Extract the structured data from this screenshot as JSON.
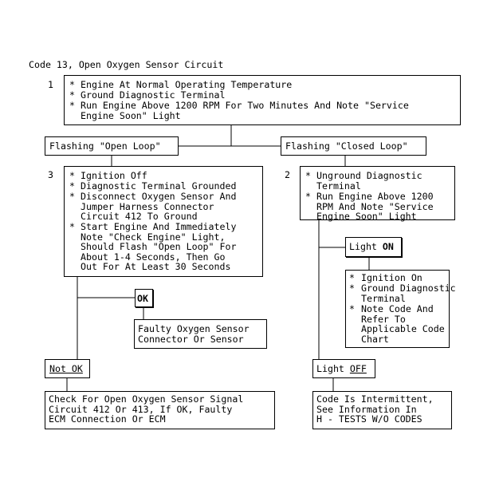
{
  "title": "Code 13, Open Oxygen Sensor Circuit",
  "steps": {
    "step1": {
      "number": "1",
      "items": [
        "Engine At Normal Operating Temperature",
        "Ground Diagnostic Terminal",
        "Run Engine Above 1200 RPM For Two Minutes And Note \"Service\nEngine Soon\" Light"
      ]
    },
    "flash_open": "Flashing \"Open Loop\"",
    "flash_closed": "Flashing \"Closed Loop\"",
    "step3": {
      "number": "3",
      "items": [
        "Ignition Off",
        "Diagnostic Terminal Grounded",
        "Disconnect Oxygen Sensor And\nJumper Harness Connector\nCircuit 412 To Ground",
        "Start Engine And Immediately\nNote \"Check Engine\" Light,\nShould Flash \"Open Loop\" For\nAbout 1-4 Seconds, Then Go\nOut For At Least 30 Seconds"
      ]
    },
    "step2": {
      "number": "2",
      "items": [
        "Unground Diagnostic\nTerminal",
        "Run Engine Above 1200\nRPM And Note \"Service\nEngine Soon\" Light"
      ]
    },
    "ok_label": "OK",
    "faulty": "Faulty Oxygen Sensor\nConnector Or Sensor",
    "not_ok_label": "Not OK",
    "check_open": "Check For Open Oxygen Sensor Signal\nCircuit 412 Or 413, If OK, Faulty\nECM Connection Or ECM",
    "light_on": {
      "prefix": "Light ",
      "emph": "ON"
    },
    "light_on_action": {
      "items": [
        "Ignition On",
        "Ground Diagnostic\nTerminal",
        "Note Code And\nRefer To\nApplicable Code\nChart"
      ]
    },
    "light_off": {
      "prefix": "Light ",
      "emph": "OFF"
    },
    "intermittent": "Code Is Intermittent,\nSee Information In\nH - TESTS W/O CODES"
  }
}
